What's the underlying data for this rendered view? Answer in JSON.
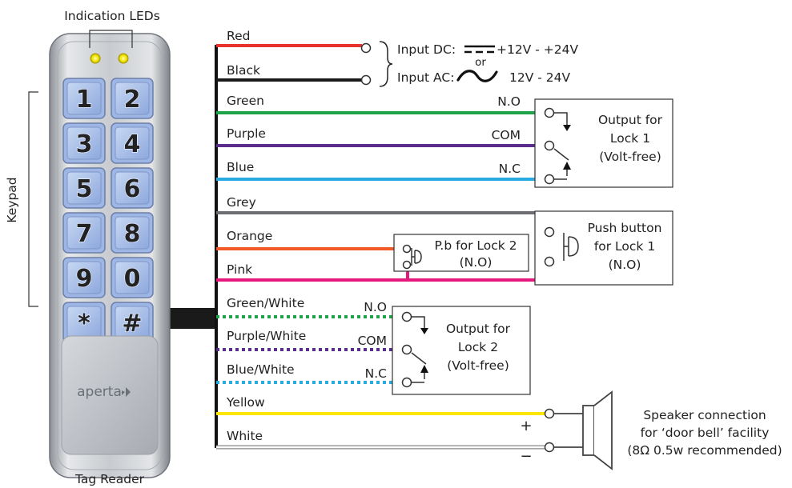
{
  "device": {
    "leds_label": "Indication LEDs",
    "keypad_label": "Keypad",
    "tag_reader_label": "Tag Reader",
    "brand": "aperta",
    "keys": [
      "1",
      "2",
      "3",
      "4",
      "5",
      "6",
      "7",
      "8",
      "9",
      "0",
      "*",
      "#"
    ]
  },
  "wires": [
    {
      "label": "Red",
      "color": "#e8322d"
    },
    {
      "label": "Black",
      "color": "#1a1a1a"
    },
    {
      "label": "Green",
      "color": "#1ea34a"
    },
    {
      "label": "Purple",
      "color": "#5b2d8c"
    },
    {
      "label": "Blue",
      "color": "#29abe2"
    },
    {
      "label": "Grey",
      "color": "#6d6e71"
    },
    {
      "label": "Orange",
      "color": "#f15a24"
    },
    {
      "label": "Pink",
      "color": "#e5197d"
    },
    {
      "label": "Green/White",
      "color": "#1ea34a"
    },
    {
      "label": "Purple/White",
      "color": "#5b2d8c"
    },
    {
      "label": "Blue/White",
      "color": "#29abe2"
    },
    {
      "label": "Yellow",
      "color": "#ffe600"
    },
    {
      "label": "White",
      "color": "#bcbcbc"
    }
  ],
  "power": {
    "dc_label": "Input DC:",
    "dc_value": "+12V - +24V",
    "or": "or",
    "ac_label": "Input AC:",
    "ac_value": "12V -  24V"
  },
  "relay1": {
    "no": "N.O",
    "com": "COM",
    "nc": "N.C",
    "line1": "Output for",
    "line2": "Lock 1",
    "line3": "(Volt-free)"
  },
  "pushbutton1": {
    "line1": "Push button",
    "line2": "for Lock 1",
    "line3": "(N.O)"
  },
  "pushbutton2": {
    "line1": "P.b for Lock 2",
    "line2": "(N.O)"
  },
  "relay2": {
    "no": "N.O",
    "com": "COM",
    "nc": "N.C",
    "line1": "Output for",
    "line2": "Lock 2",
    "line3": "(Volt-free)"
  },
  "speaker": {
    "plus": "+",
    "minus": "−",
    "line1": "Speaker connection",
    "line2": "for ‘door bell’ facility",
    "line3": "(8Ω 0.5w recommended)"
  }
}
